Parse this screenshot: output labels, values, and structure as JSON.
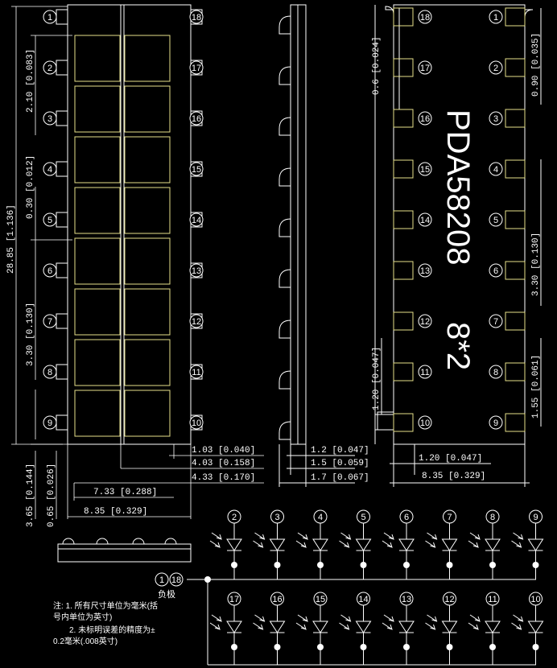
{
  "left_view": {
    "pins_left": [
      "1",
      "2",
      "3",
      "4",
      "5",
      "6",
      "7",
      "8",
      "9"
    ],
    "pins_right": [
      "18",
      "17",
      "16",
      "15",
      "14",
      "13",
      "12",
      "11",
      "10"
    ],
    "dims": {
      "pitch": "2.10 [0.083]",
      "gap": "0.30 [0.012]",
      "overall_length": "28.85 [1.136]",
      "pad_pitch": "3.30 [0.130]",
      "bottom_1": "1.03 [0.040]",
      "bottom_2": "4.03 [0.158]",
      "bottom_3": "4.33 [0.170]",
      "bottom_4": "7.33 [0.288]",
      "bottom_5": "8.35 [0.329]",
      "left_1": "3.65 [0.144]",
      "left_2": "0.65 [0.026]"
    }
  },
  "side_view": {
    "dims": {
      "d1": "1.2 [0.047]",
      "d2": "1.5 [0.059]",
      "d3": "1.7 [0.067]"
    }
  },
  "right_view": {
    "pins_inner": [
      "18",
      "17",
      "16",
      "15",
      "14",
      "13",
      "12",
      "11",
      "10"
    ],
    "pins_outer": [
      "1",
      "2",
      "3",
      "4",
      "5",
      "6",
      "7",
      "8",
      "9"
    ],
    "part_number": "PDA58208",
    "configuration": "8*2",
    "dims": {
      "pad_w_left": "0.6 [0.024]",
      "pad_w_right": "0.90 [0.035]",
      "pitch_right": "3.30 [0.130]",
      "height_left": "1.20 [0.047]",
      "height_right": "1.55 [0.061]",
      "bottom_1": "1.20 [0.047]",
      "bottom_2": "8.35 [0.329]"
    }
  },
  "schematic": {
    "top_row": [
      "2",
      "3",
      "4",
      "5",
      "6",
      "7",
      "8",
      "9"
    ],
    "bottom_row": [
      "17",
      "16",
      "15",
      "14",
      "13",
      "12",
      "11",
      "10"
    ],
    "common_pins": [
      "1",
      "18"
    ],
    "common_label": "负极"
  },
  "notes": {
    "line1": "注: 1. 所有尺寸单位为毫米(括",
    "line2": "号内单位为英寸)",
    "line3": "2. 未标明误差的精度为±",
    "line4": "0.2毫米(.008英寸)"
  },
  "colors": {
    "background": "#000000",
    "lines": "#ffffff",
    "pads": "#e6e08a"
  }
}
